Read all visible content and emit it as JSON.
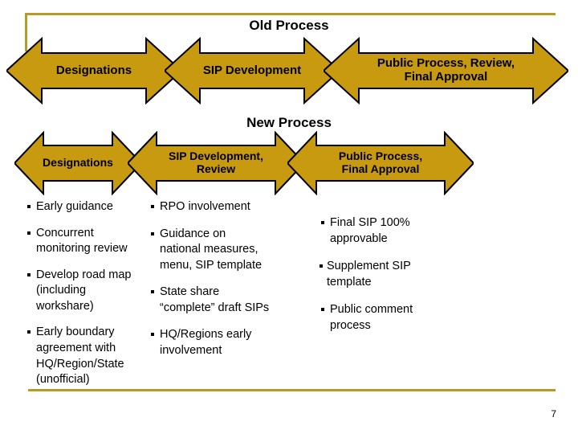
{
  "theme": {
    "arrow_fill": "#C89A10",
    "arrow_stroke": "#000000",
    "frame_line": "#B69B24",
    "text": "#000000",
    "background": "#FFFFFF"
  },
  "old_process": {
    "title": "Old Process",
    "arrows": [
      {
        "label": "Designations"
      },
      {
        "label": "SIP Development"
      },
      {
        "label": "Public Process, Review,\nFinal Approval"
      }
    ]
  },
  "new_process": {
    "title": "New Process",
    "arrows": [
      {
        "label": "Designations"
      },
      {
        "label": "SIP Development,\nReview"
      },
      {
        "label": "Public Process,\nFinal Approval"
      }
    ]
  },
  "columns": [
    {
      "name": "designations",
      "bullets": [
        "Early guidance",
        "Concurrent monitoring review",
        "Develop road map (including workshare)",
        "Early boundary agreement with HQ/Region/State (unofficial)"
      ]
    },
    {
      "name": "sip-development",
      "bullets": [
        "RPO involvement",
        "Guidance on national measures, menu, SIP template",
        "State share “complete” draft SIPs",
        "HQ/Regions early involvement"
      ]
    },
    {
      "name": "public-process",
      "bullets": [
        "Final SIP 100% approvable",
        "Supplement SIP template",
        "Public comment process"
      ]
    }
  ],
  "footer": {
    "page_number": "7"
  }
}
